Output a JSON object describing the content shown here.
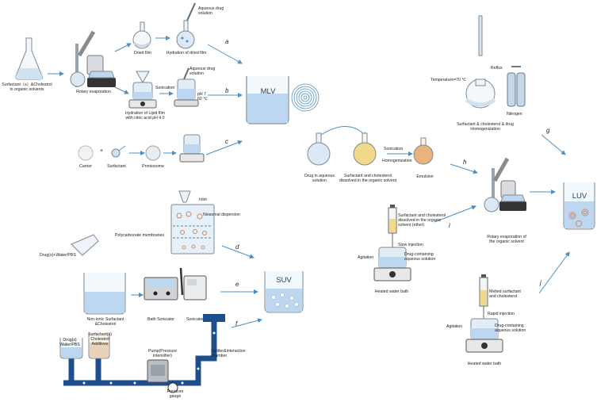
{
  "labels": {
    "surfactant_cholesterol": "Surfactant（s）&Cholestrol\nin organic solvents",
    "rotary_evaporation": "Rotary evaporation",
    "dried_film": "Dried film",
    "aqueous_drug_solution": "Aqueous drug\nsolution",
    "hydration_dried_film": "Hydration of dried film",
    "aqueous_drug_solution_2": "Aqueous drug\nsolution",
    "sonication": "Sonication",
    "ph7": "pH 7\n60 ℃",
    "hydration_lipid_film": "Hydration of Lipid film\nwith citric acid pH 4.0",
    "carrier": "Carrier",
    "plus": "+",
    "surfactant": "Surfactant",
    "proniosome": "Proniosome",
    "inlet": "Inlet",
    "niosomal_dispersion": "Niosomal dispersion",
    "polycarbonate_membranes": "Polycarbonate membranes",
    "drug_water_pbs": "Drug(s)+Water/PBS",
    "non_ionic": "Non-ionic Surfactant\n&Cholestrol",
    "bath_sonicator": "Bath Sonicator",
    "sonicator": "Sonicator",
    "drugs_water": "Drug(s)\nWater/PBS",
    "surfactant_additives": "Surfactant(s)\nCholestrol\nAdditives",
    "pump": "Pump(Pressure\nintensifier)",
    "splitter": "Splitter&interaction\nchamber",
    "pressure_gauge": "Pressure\ngauge",
    "reflux": "Reflux",
    "temperature": "Temperature=70 ℃",
    "nitrogen": "Nitrogen",
    "surf_chol_drug": "Surfactant  & cholesterol & drug\nHomogenization",
    "sonication_2": "Sonication",
    "homogenization": "Homogenization",
    "drug_in_aqueous": "Drug in aqueous\nsolution",
    "surf_chol_organic": "Surfactant and cholesterol\ndissolved in the organic solvent",
    "emulsion": "Emulsion",
    "surf_chol_ether": "Surfactant and cholesterol\ndissolved in the organic\nsolvent (ether)",
    "slow_injection": "Slow injection",
    "agitation": "Agitation",
    "drug_containing": "Drug-containing\naqueous solution",
    "heated_water_bath": "Heated water bath",
    "rotary_evap_organic": "Rotary evaporation of\nthe organic solvent",
    "melted_surf": "Melted surfactant\nand cholesterol",
    "rapid_injection": "Rapid injection",
    "agitation_2": "Agitation",
    "drug_containing_2": "Drug-containing\naqueous solution",
    "heated_water_bath_2": "Heated water bath"
  },
  "vesicles": {
    "mlv": "MLV",
    "suv": "SUV",
    "luv": "LUV"
  },
  "letters": {
    "a": "a",
    "b": "b",
    "c": "c",
    "d": "d",
    "e": "e",
    "f": "f",
    "g": "g",
    "h": "h",
    "i": "i",
    "j": "j"
  },
  "colors": {
    "arrow": "#4a90c8",
    "liquid": "#bcd7ef",
    "glass": "#7f8a94",
    "pipe": "#1f4e8c",
    "yellow": "#f1d98a",
    "orange": "#e8b47a"
  }
}
